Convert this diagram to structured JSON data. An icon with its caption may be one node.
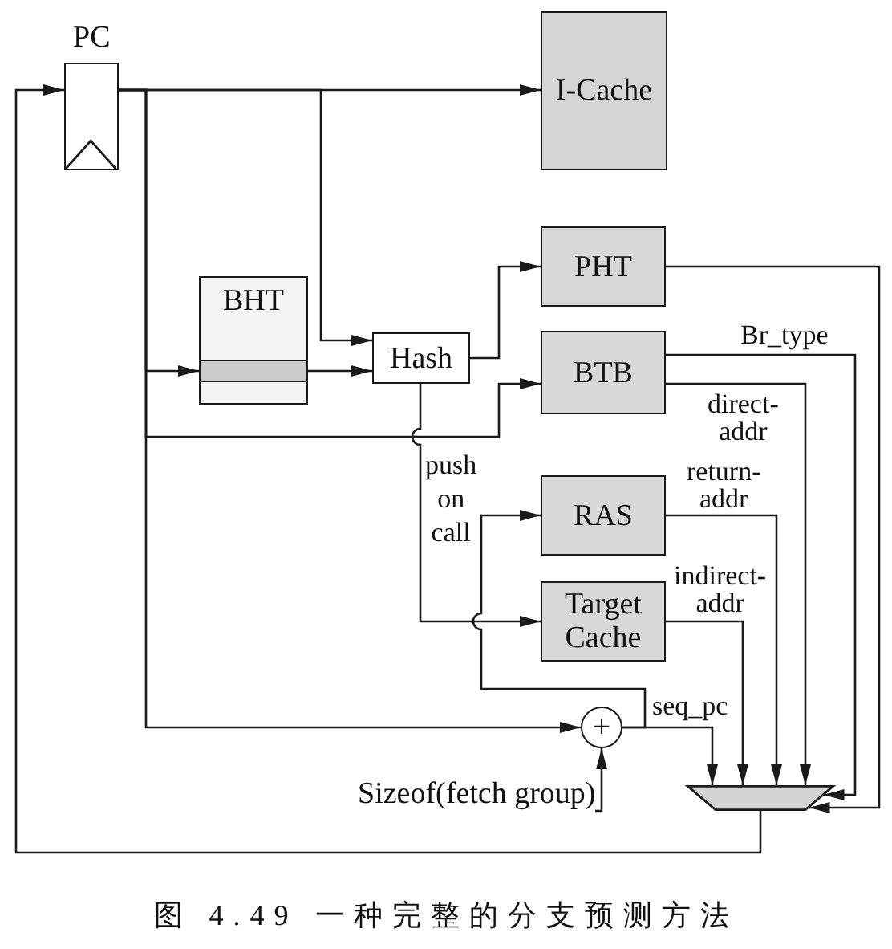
{
  "diagram": {
    "caption": "图 4.49 一种完整的分支预测方法",
    "nodes": [
      {
        "text": [
          "PC"
        ]
      },
      {
        "text": [
          "I-Cache"
        ]
      },
      {
        "text": [
          "BHT"
        ]
      },
      {
        "text": [
          "Hash"
        ]
      },
      {
        "text": [
          "PHT"
        ]
      },
      {
        "text": [
          "BTB"
        ]
      },
      {
        "text": [
          "RAS"
        ]
      },
      {
        "text": [
          "Target Cache"
        ]
      },
      {
        "text": [
          "+"
        ]
      },
      {
        "text": [],
        "shape": "trapezoid"
      },
      {
        "text": [
          "Sizeof(fetch group)"
        ]
      }
    ],
    "edges": [
      {
        "from": 0,
        "to": 1,
        "arrow": "to"
      },
      {
        "from": 0,
        "to": 2,
        "arrow": "to"
      },
      {
        "from": 0,
        "to": 3,
        "arrow": "to"
      },
      {
        "from": 0,
        "to": 5,
        "arrow": "to"
      },
      {
        "from": 0,
        "to": 8,
        "arrow": "to"
      },
      {
        "from": 2,
        "to": 3,
        "arrow": "to"
      },
      {
        "from": 3,
        "to": 4,
        "arrow": "to"
      },
      {
        "from": 3,
        "to": 7,
        "arrow": "to"
      },
      {
        "from": 8,
        "to": 9,
        "arrow": "to",
        "label": "seq_pc"
      },
      {
        "from": 8,
        "to": 6,
        "arrow": "to",
        "label": "push on call"
      },
      {
        "from": 4,
        "to": 9,
        "arrow": "to"
      },
      {
        "from": 5,
        "to": 9,
        "arrow": "to",
        "label": "Br_type"
      },
      {
        "from": 5,
        "to": 9,
        "arrow": "to",
        "label": "direct-addr"
      },
      {
        "from": 6,
        "to": 9,
        "arrow": "to",
        "label": "return-addr"
      },
      {
        "from": 7,
        "to": 9,
        "arrow": "to",
        "label": "indirect-addr"
      },
      {
        "from": 10,
        "to": 8,
        "arrow": "to"
      },
      {
        "from": 9,
        "to": 0,
        "arrow": "to"
      }
    ]
  }
}
